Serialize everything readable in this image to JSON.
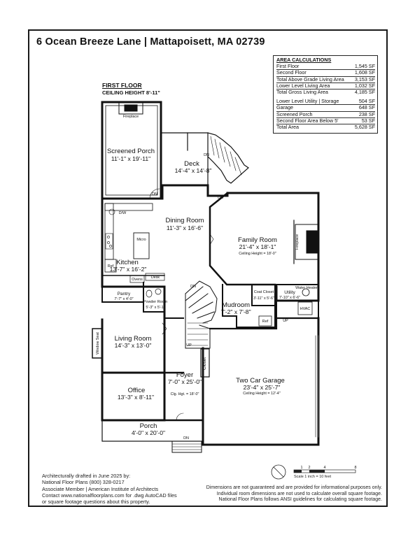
{
  "header": {
    "title": "6 Ocean Breeze Lane | Mattapoisett, MA 02739"
  },
  "area_calculations": {
    "title": "AREA CALCULATIONS",
    "rows_top": [
      {
        "label": "First Floor",
        "value": "1,545 SF"
      },
      {
        "label": "Second Floor",
        "value": "1,608 SF"
      },
      {
        "label": "Total Above Grade Living Area",
        "value": "3,153 SF"
      },
      {
        "label": "Lower Level Living Area",
        "value": "1,032 SF"
      },
      {
        "label": "Total Gross Living Area",
        "value": "4,185 SF"
      }
    ],
    "rows_bottom": [
      {
        "label": "Lower Level Utility | Storage",
        "value": "504 SF"
      },
      {
        "label": "Garage",
        "value": "648 SF"
      },
      {
        "label": "Screened Porch",
        "value": "238 SF"
      },
      {
        "label": "Second Floor Area Below 5'",
        "value": "53 SF"
      },
      {
        "label": "Total Area",
        "value": "5,628 SF"
      }
    ]
  },
  "floor": {
    "name": "FIRST FLOOR",
    "ceiling": "CEILING HEIGHT 8'-11\""
  },
  "rooms": {
    "screened_porch": {
      "name": "Screened Porch",
      "dims": "11'-1\" x 19'-11\""
    },
    "deck": {
      "name": "Deck",
      "dims": "14'-4\" x 14'-8\""
    },
    "dining": {
      "name": "Dining Room",
      "dims": "11'-3\" x 16'-6\""
    },
    "family": {
      "name": "Family Room",
      "dims": "21'-4\" x 18'-1\"",
      "note": "Ceiling Height = 18'-0\""
    },
    "kitchen": {
      "name": "Kitchen",
      "dims": "13'-7\" x 16'-2\""
    },
    "pantry": {
      "name": "Pantry",
      "dims": "7'-7\" x 4'-0\""
    },
    "powder": {
      "name": "Powder Room",
      "dims": "5'-3\" x 5'-1\""
    },
    "coat_closet": {
      "name": "Coat Closet",
      "dims": "3'-11\" x 5'-6\""
    },
    "utility": {
      "name": "Utility",
      "dims": "7'-10\" x 6'-6\""
    },
    "mudroom": {
      "name": "Mudroom",
      "dims": "7'-2\" x 7'-8\""
    },
    "living": {
      "name": "Living Room",
      "dims": "14'-3\" x 13'-0\""
    },
    "foyer": {
      "name": "Foyer",
      "dims": "7'-0\" x 25'-0\"",
      "note": "Clg. Hgt. = 18'-0\""
    },
    "office": {
      "name": "Office",
      "dims": "13'-3\" x 8'-11\""
    },
    "garage": {
      "name": "Two Car Garage",
      "dims": "23'-4\" x 25'-7\"",
      "note": "Ceiling Height = 12'-4\""
    },
    "porch": {
      "name": "Porch",
      "dims": "4'-0\" x 20'-0\""
    }
  },
  "labels": {
    "fireplace": "Fireplace",
    "dn": "DN",
    "up": "UP",
    "dw": "D/W",
    "micro": "Micro",
    "ref": "Ref",
    "ovens": "Ovens",
    "desk": "Desk",
    "window_seat": "Window Seat",
    "closet": "Closet",
    "water_heater": "Water Heater",
    "hvac": "HVAC"
  },
  "scale": {
    "ticks": [
      "1",
      "2",
      "4",
      "8"
    ],
    "label": "Scale 1 inch = 10 feet"
  },
  "footer_left": [
    "Architecturally drafted in June 2025 by:",
    "National Floor Plans  (800) 328-0217",
    "Associate Member | American Institute of Architects",
    "Contact www.nationalfloorplans.com for .dwg AutoCAD files",
    "or square footage questions about this property."
  ],
  "footer_right": [
    "Dimensions are not guaranteed and are provided for informational purposes only.",
    "Individual room dimensions are not used to calculate overall square footage.",
    "National Floor Plans follows ANSI guidelines for calculating square footage."
  ]
}
